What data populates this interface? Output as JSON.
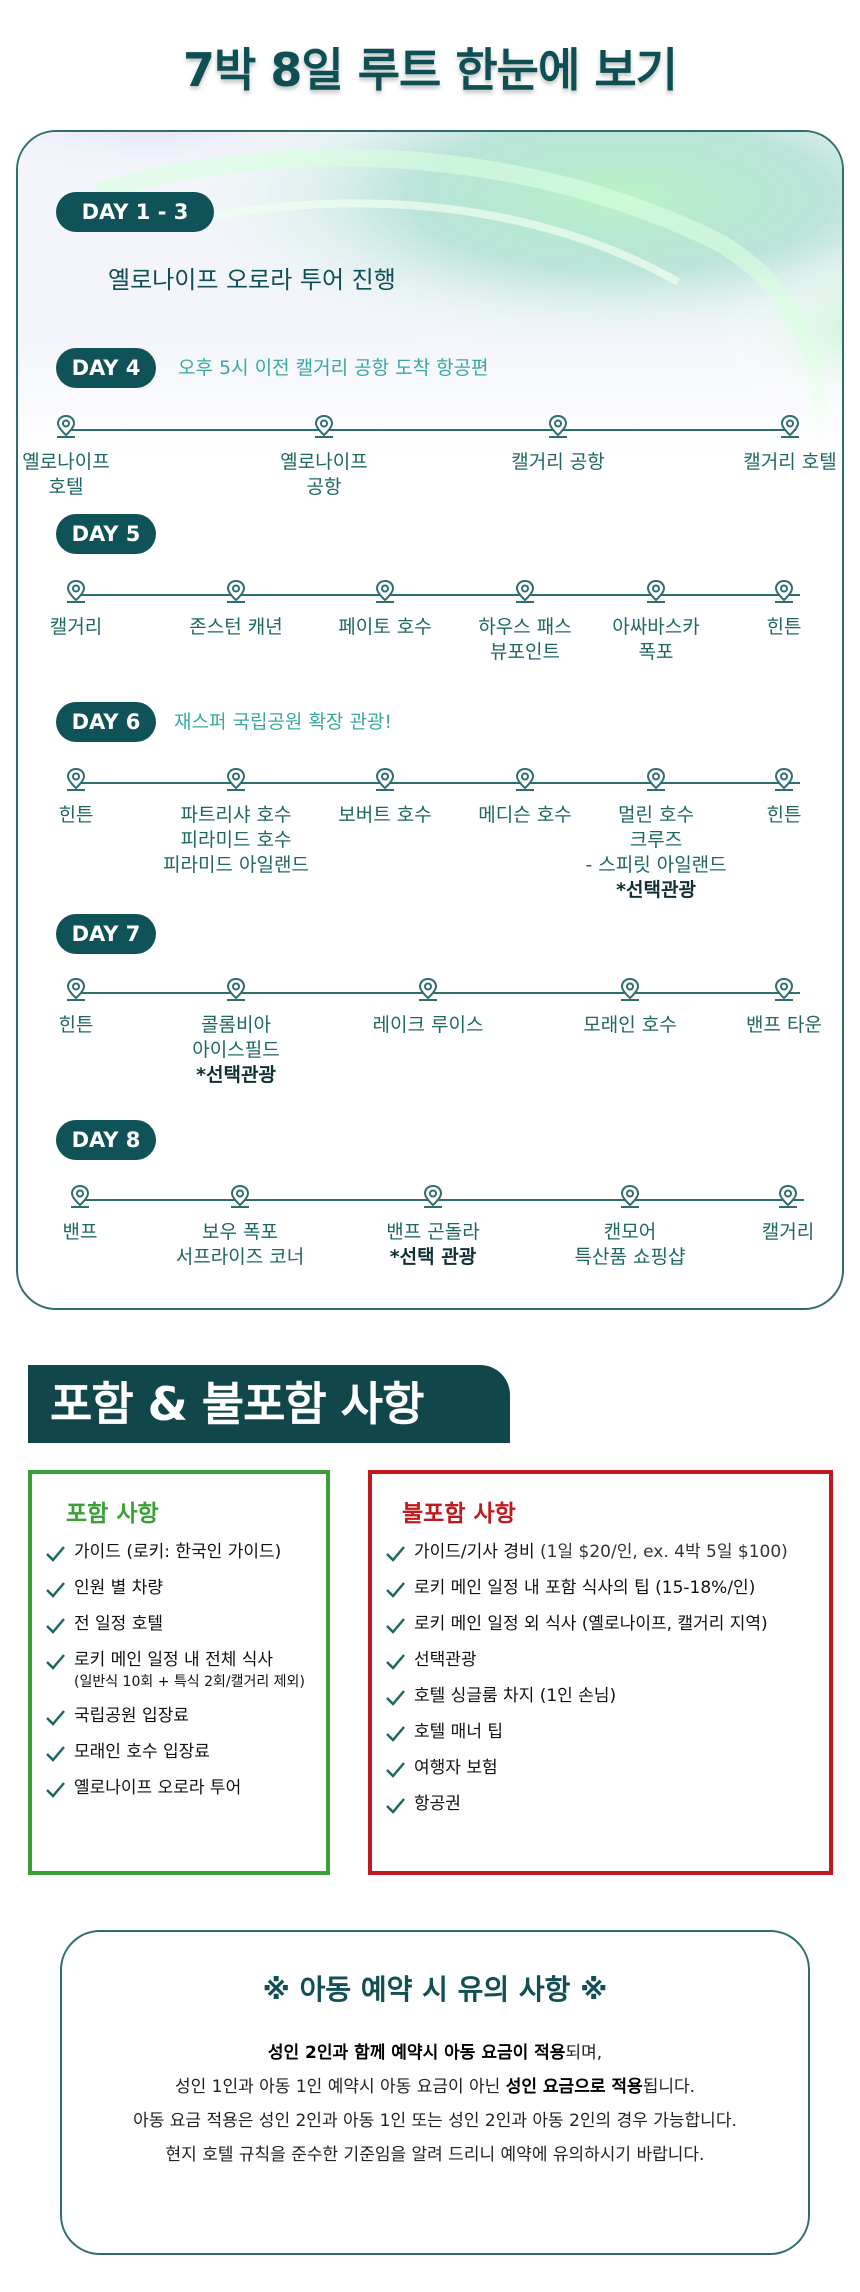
{
  "title": "7박 8일 루트 한눈에 보기",
  "days": {
    "d13": {
      "label": "DAY 1 - 3",
      "text": "옐로나이프 오로라 투어 진행"
    },
    "d4": {
      "label": "DAY 4",
      "note": "오후 5시 이전 캘거리 공항 도착 항공편",
      "stops": [
        "옐로나이프\n호텔",
        "옐로나이프\n공항",
        "캘거리 공항",
        "캘거리 호텔"
      ]
    },
    "d5": {
      "label": "DAY 5",
      "stops": [
        "캘거리",
        "존스턴 캐년",
        "페이토 호수",
        "하우스 패스\n뷰포인트",
        "아싸바스카\n폭포",
        "힌튼"
      ]
    },
    "d6": {
      "label": "DAY 6",
      "note": "재스퍼 국립공원 확장 관광!",
      "stops": [
        "힌튼",
        "파트리샤 호수\n피라미드 호수\n피라미드 아일랜드",
        "보버트 호수",
        "메디슨 호수",
        "멀린 호수\n크루즈\n- 스피릿 아일랜드",
        "힌튼"
      ],
      "optional": "*선택관광"
    },
    "d7": {
      "label": "DAY 7",
      "stops": [
        "힌튼",
        "콜롬비아\n아이스필드",
        "레이크 루이스",
        "모래인 호수",
        "밴프 타운"
      ],
      "optional": "*선택관광"
    },
    "d8": {
      "label": "DAY 8",
      "stops": [
        "밴프",
        "보우 폭포\n서프라이즈 코너",
        "밴프 곤돌라",
        "캔모어\n특산품 쇼핑샵",
        "캘거리"
      ],
      "optional": "*선택 관광"
    }
  },
  "inclusion_heading": "포함 & 불포함 사항",
  "included": {
    "title": "포함 사항",
    "items": [
      "가이드 (로키: 한국인 가이드)",
      "인원 별 차량",
      "전 일정 호텔",
      "로키 메인 일정 내 전체 식사",
      "국립공원 입장료",
      "모래인 호수 입장료",
      "옐로나이프 오로라 투어"
    ],
    "meal_note": "(일반식 10회 + 특식 2회/캘거리 제외)"
  },
  "excluded": {
    "title": "불포함 사항",
    "guide_fee": "가이드/기사 경비",
    "guide_fee_detail": " (1일 $20/인, ex. 4박 5일 $100)",
    "items": [
      "로키 메인 일정 내 포함 식사의 팁 (15-18%/인)",
      "로키 메인 일정 외 식사 (옐로나이프, 캘거리 지역)",
      "선택관광",
      "호텔 싱글룸 차지 (1인 손님)",
      "호텔 매너 팁",
      "여행자 보험",
      "항공권"
    ]
  },
  "notice": {
    "title": "※ 아동 예약 시 유의 사항 ※",
    "l1a": "성인 2인과 함께 예약시 ",
    "l1b": "아동 요금이 적용",
    "l1c": "되며,",
    "l2a": "성인 1인과 아동 1인 예약시 아동 요금이 아닌 ",
    "l2b": "성인 요금으로 적용",
    "l2c": "됩니다.",
    "l3": "아동 요금 적용은 성인 2인과 아동 1인 또는 성인 2인과 아동 2인의 경우 가능합니다.",
    "l4": "현지 호텔 규칙을 준수한 기준임을 알려 드리니 예약에 유의하시기 바랍니다."
  },
  "colors": {
    "primary": "#0f5257",
    "teal_text": "#1e6763",
    "accent": "#3aa8a2",
    "included": "#3aa035",
    "excluded": "#c0191e"
  }
}
